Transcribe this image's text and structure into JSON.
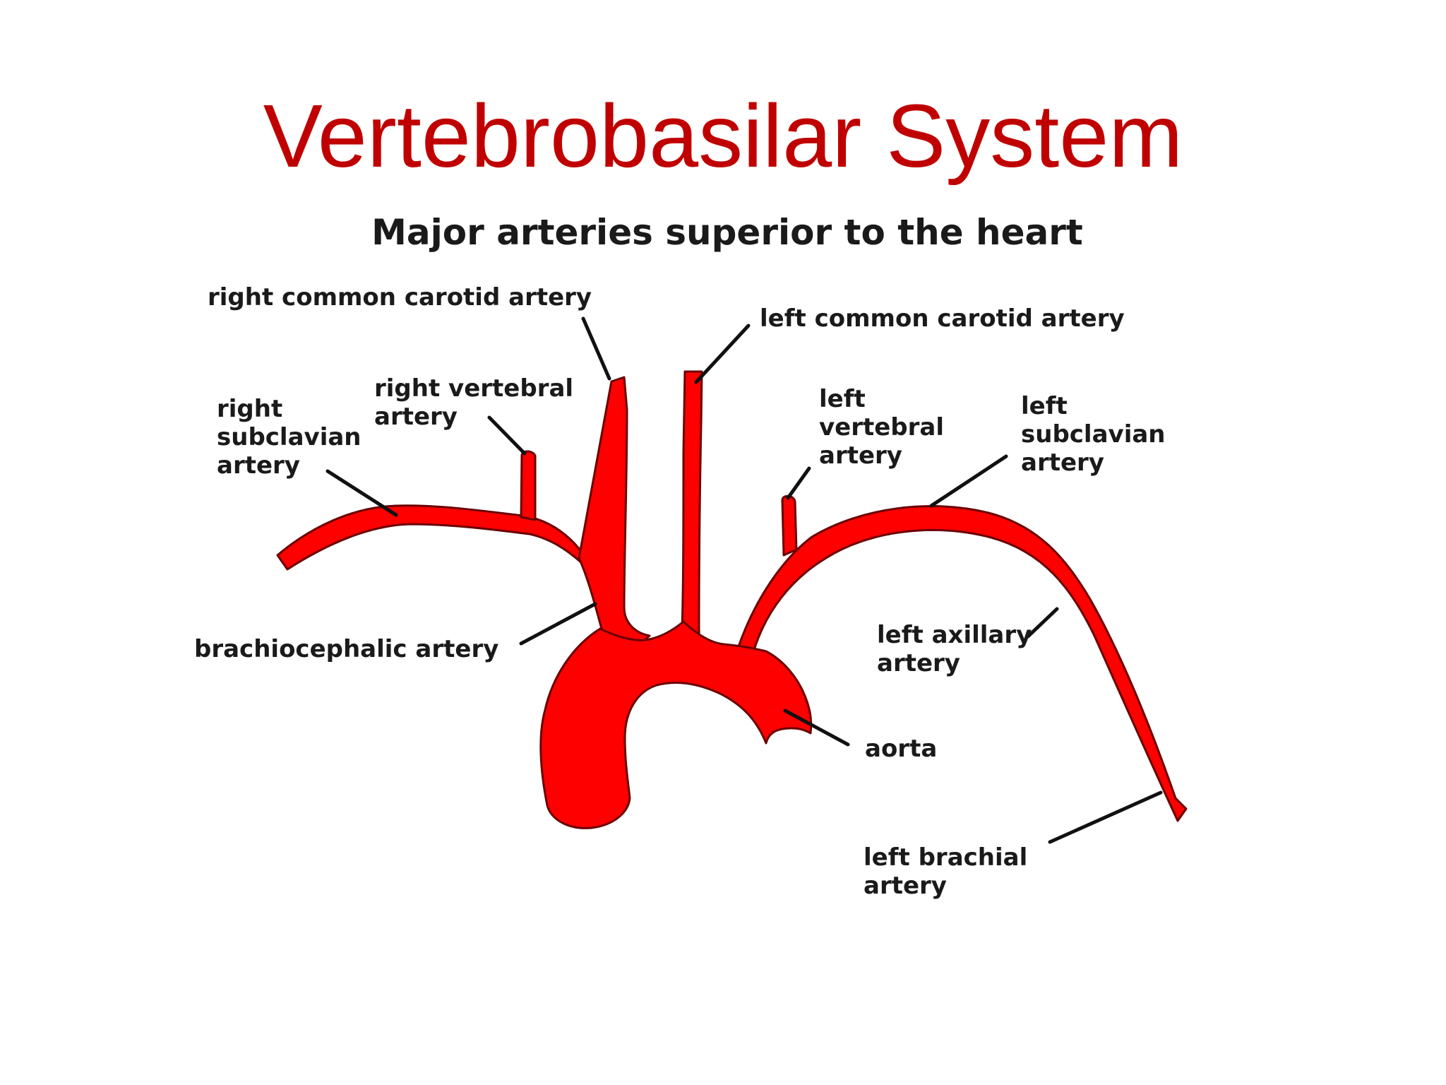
{
  "slide": {
    "title": "Vertebrobasilar System"
  },
  "diagram": {
    "title": "Major arteries superior to the heart",
    "colors": {
      "title": "#c00000",
      "artery": "#ff0000",
      "artery_outline": "#6a0000",
      "labels": "#1a1a1a"
    },
    "labels": {
      "right_common_carotid": [
        "right common carotid artery"
      ],
      "left_common_carotid": [
        "left common carotid artery"
      ],
      "right_vertebral": [
        "right vertebral",
        "artery"
      ],
      "right_subclavian": [
        "right",
        "subclavian",
        "artery"
      ],
      "left_vertebral": [
        "left",
        "vertebral",
        "artery"
      ],
      "left_subclavian": [
        "left",
        "subclavian",
        "artery"
      ],
      "brachiocephalic": [
        "brachiocephalic artery"
      ],
      "left_axillary": [
        "left axillary",
        "artery"
      ],
      "aorta": [
        "aorta"
      ],
      "left_brachial": [
        "left brachial",
        "artery"
      ]
    }
  }
}
